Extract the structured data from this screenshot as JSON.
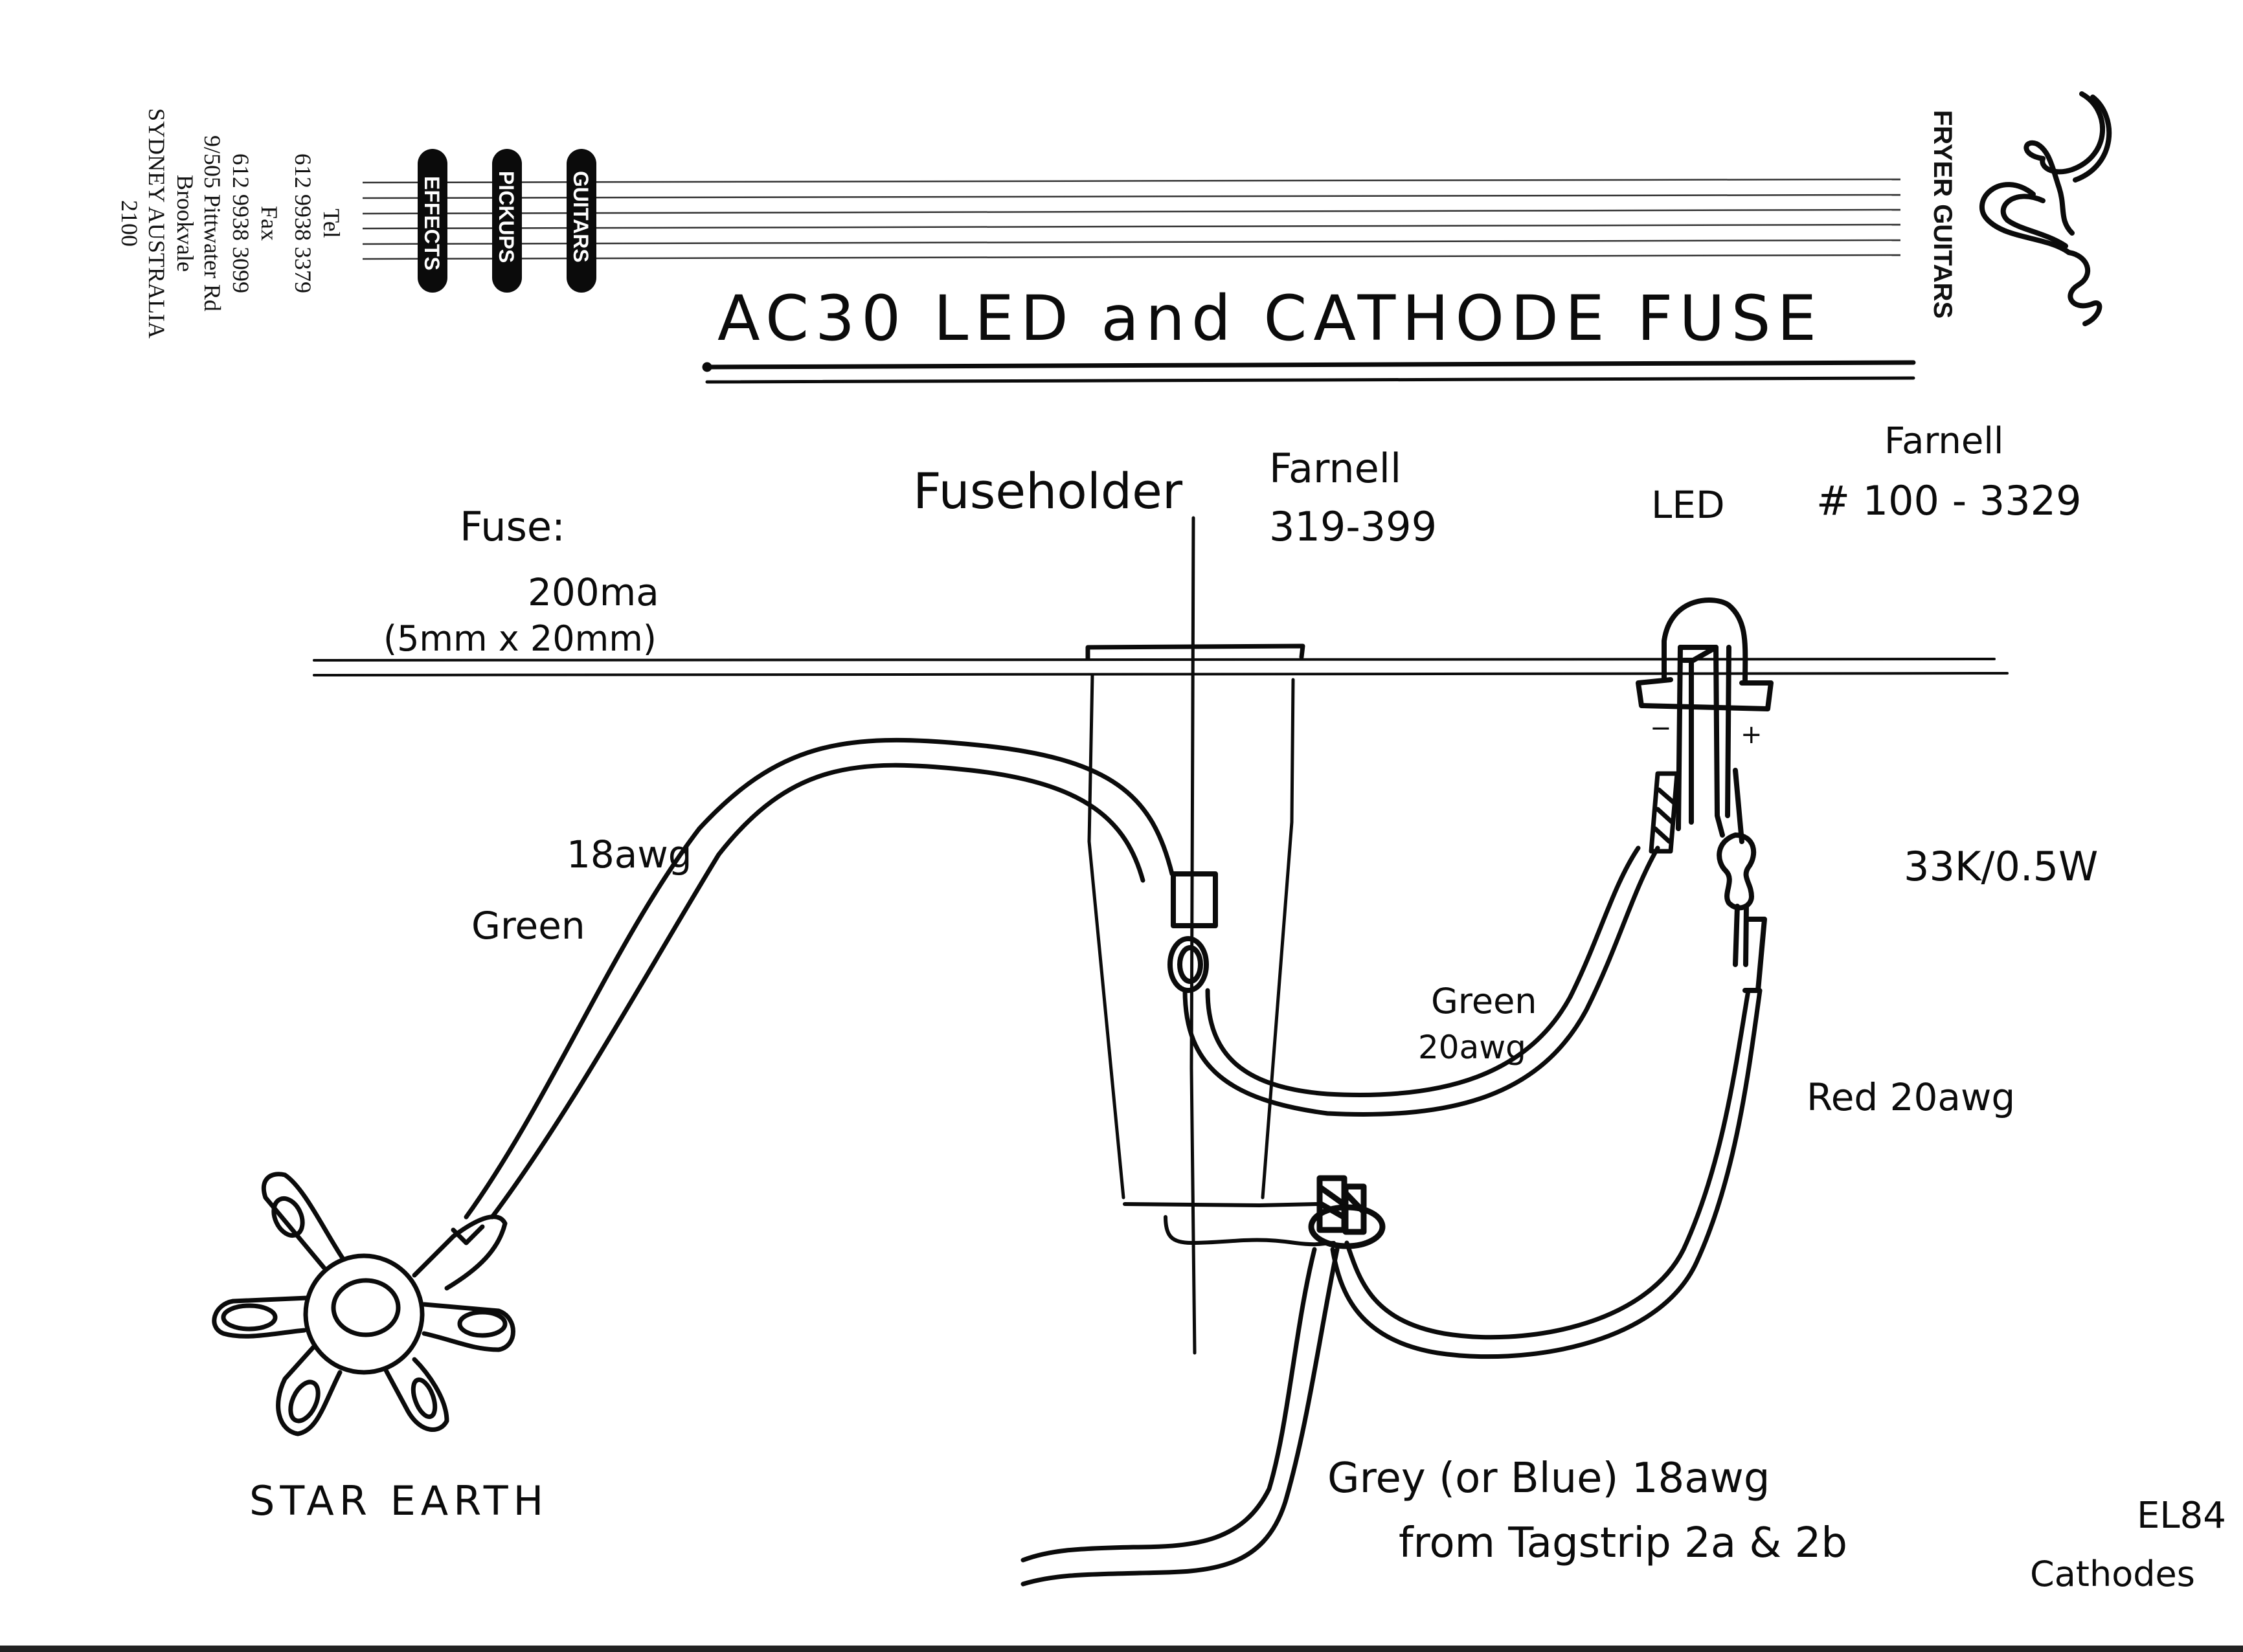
{
  "letterhead": {
    "contact_lines": [
      "Tel",
      "612 9938 3379",
      "Fax",
      "612 9938 3099",
      "9/505 Pittwater Rd",
      "Brookvale",
      "SYDNEY AUSTRALIA",
      "2100"
    ],
    "pills": [
      "EFFECTS",
      "PICKUPS",
      "GUITARS"
    ],
    "brand": "FRYER GUITARS",
    "logo": "fryer-signature-logo"
  },
  "title": "AC30 LED and CATHODE FUSE",
  "labels": {
    "fuseholder": "Fuseholder",
    "fuseholder_supplier": "Farnell",
    "fuseholder_part": "319-399",
    "fuse_heading": "Fuse:",
    "fuse_rating": "200ma",
    "fuse_size": "(5mm x 20mm)",
    "led": "LED",
    "led_supplier": "Farnell",
    "led_part": "# 100 - 3329",
    "led_minus": "−",
    "led_plus": "+",
    "resistor": "33K/0.5W",
    "wire_18awg": "18awg",
    "wire_green": "Green",
    "wire_green20_a": "Green",
    "wire_green20_b": "20awg",
    "wire_red": "Red 20awg",
    "star_earth": "STAR EARTH",
    "grey_line1": "Grey (or Blue) 18awg",
    "grey_line2": "from Tagstrip 2a & 2b",
    "el84_line1": "EL84",
    "el84_line2": "Cathodes"
  },
  "colors": {
    "ink": "#0b0b0b",
    "paper": "#ffffff"
  }
}
